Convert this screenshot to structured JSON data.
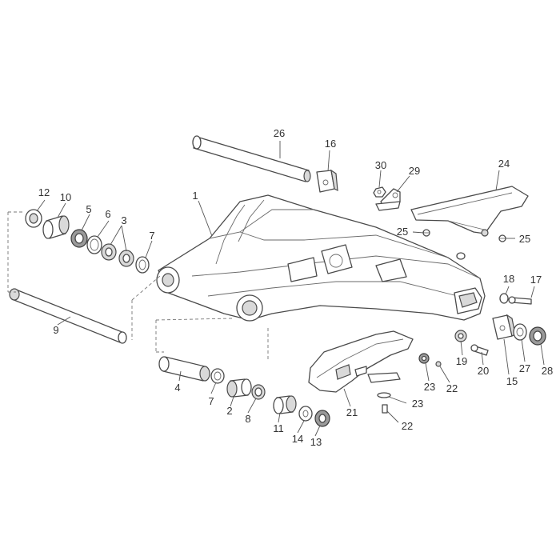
{
  "callouts": [
    {
      "id": "c1",
      "text": "1"
    },
    {
      "id": "c2",
      "text": "2"
    },
    {
      "id": "c3",
      "text": "3"
    },
    {
      "id": "c4",
      "text": "4"
    },
    {
      "id": "c5",
      "text": "5"
    },
    {
      "id": "c6",
      "text": "6"
    },
    {
      "id": "c7a",
      "text": "7"
    },
    {
      "id": "c7b",
      "text": "7"
    },
    {
      "id": "c8",
      "text": "8"
    },
    {
      "id": "c9",
      "text": "9"
    },
    {
      "id": "c10",
      "text": "10"
    },
    {
      "id": "c11",
      "text": "11"
    },
    {
      "id": "c12",
      "text": "12"
    },
    {
      "id": "c13",
      "text": "13"
    },
    {
      "id": "c14",
      "text": "14"
    },
    {
      "id": "c15",
      "text": "15"
    },
    {
      "id": "c16",
      "text": "16"
    },
    {
      "id": "c17",
      "text": "17"
    },
    {
      "id": "c18",
      "text": "18"
    },
    {
      "id": "c19",
      "text": "19"
    },
    {
      "id": "c20",
      "text": "20"
    },
    {
      "id": "c21",
      "text": "21"
    },
    {
      "id": "c22a",
      "text": "22"
    },
    {
      "id": "c22b",
      "text": "22"
    },
    {
      "id": "c23a",
      "text": "23"
    },
    {
      "id": "c23b",
      "text": "23"
    },
    {
      "id": "c24",
      "text": "24"
    },
    {
      "id": "c25a",
      "text": "25"
    },
    {
      "id": "c25b",
      "text": "25"
    },
    {
      "id": "c26",
      "text": "26"
    },
    {
      "id": "c27",
      "text": "27"
    },
    {
      "id": "c28",
      "text": "28"
    },
    {
      "id": "c29",
      "text": "29"
    },
    {
      "id": "c30",
      "text": "30"
    }
  ]
}
